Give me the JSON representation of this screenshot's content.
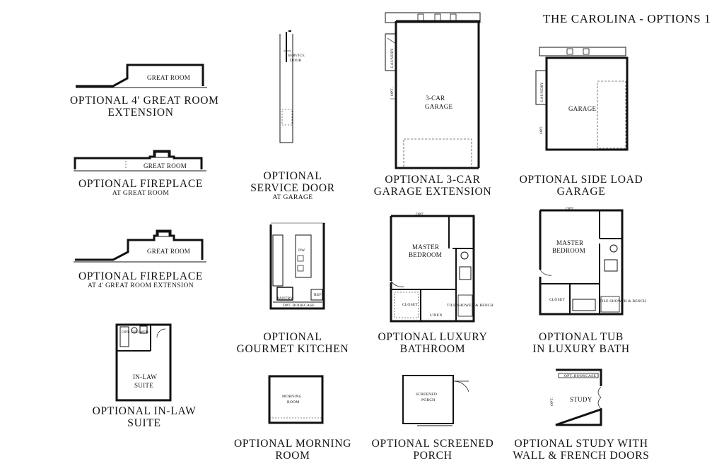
{
  "title": "THE CAROLINA - OPTIONS 1",
  "plans": {
    "great_room_ext": {
      "caption_l1": "OPTIONAL 4' GREAT ROOM",
      "caption_l2": "EXTENSION",
      "room": "GREAT ROOM"
    },
    "fireplace_gr": {
      "caption": "OPTIONAL FIREPLACE",
      "sub": "AT GREAT ROOM",
      "room": "GREAT ROOM"
    },
    "fireplace_ext": {
      "caption": "OPTIONAL FIREPLACE",
      "sub": "AT 4' GREAT ROOM EXTENSION",
      "room": "GREAT ROOM"
    },
    "in_law": {
      "caption_l1": "OPTIONAL IN-LAW",
      "caption_l2": "SUITE",
      "room_l1": "IN-LAW",
      "room_l2": "SUITE",
      "shower": "OPT. SHOWER"
    },
    "service_door": {
      "caption_l1": "OPTIONAL",
      "caption_l2": "SERVICE DOOR",
      "sub": "AT GARAGE",
      "label_l1": "SERVICE",
      "label_l2": "DOOR"
    },
    "gourmet_kitchen": {
      "caption_l1": "OPTIONAL",
      "caption_l2": "GOURMET KITCHEN",
      "pantry": "PANTRY",
      "ref": "REF",
      "bookcase": "OPT. BOOKCASE",
      "dw": "DW"
    },
    "morning_room": {
      "caption_l1": "OPTIONAL MORNING",
      "caption_l2": "ROOM",
      "room_l1": "MORNING",
      "room_l2": "ROOM"
    },
    "three_car": {
      "caption_l1": "OPTIONAL 3-CAR",
      "caption_l2": "GARAGE EXTENSION",
      "room_l1": "3-CAR",
      "room_l2": "GARAGE",
      "laundry": "LAUNDRY",
      "opt": "OPT."
    },
    "luxury_bath": {
      "caption_l1": "OPTIONAL LUXURY",
      "caption_l2": "BATHROOM",
      "room_l1": "MASTER",
      "room_l2": "BEDROOM",
      "closet": "CLOSET",
      "linen": "LINEN",
      "opt": "OPT.",
      "shower": "TILE SHOWER & BENCH"
    },
    "screened_porch": {
      "caption_l1": "OPTIONAL SCREENED",
      "caption_l2": "PORCH",
      "room_l1": "SCREENED",
      "room_l2": "PORCH"
    },
    "side_load": {
      "caption_l1": "OPTIONAL SIDE LOAD",
      "caption_l2": "GARAGE",
      "room": "GARAGE",
      "laundry": "LAUNDRY",
      "opt": "OPT."
    },
    "tub_bath": {
      "caption_l1": "OPTIONAL TUB",
      "caption_l2": "IN LUXURY BATH",
      "room_l1": "MASTER",
      "room_l2": "BEDROOM",
      "closet": "CLOSET",
      "opt": "OPT.",
      "shower": "TILE SHOWER & BENCH"
    },
    "study": {
      "caption_l1": "OPTIONAL STUDY WITH",
      "caption_l2": "WALL & FRENCH DOORS",
      "room": "STUDY",
      "bookcase": "OPT. BOOKCASE",
      "opt": "OPT."
    }
  }
}
